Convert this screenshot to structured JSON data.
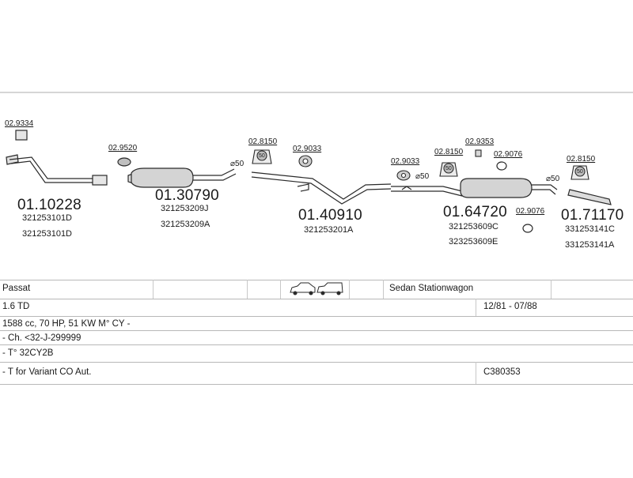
{
  "parts": [
    {
      "number": "01.10228",
      "oem": [
        "321253101D",
        "321253101D"
      ]
    },
    {
      "number": "01.30790",
      "oem": [
        "321253209J",
        "321253209A"
      ]
    },
    {
      "number": "01.40910",
      "oem": [
        "321253201A"
      ]
    },
    {
      "number": "01.64720",
      "oem": [
        "321253609C",
        "323253609E"
      ]
    },
    {
      "number": "01.71170",
      "oem": [
        "331253141C",
        "331253141A"
      ]
    }
  ],
  "accessories": [
    "02.9334",
    "02.9520",
    "02.8150",
    "02.9033",
    "02.9033",
    "02.8150",
    "02.9353",
    "02.9076",
    "02.9076",
    "02.8150"
  ],
  "pipe_diameters": [
    "⌀50",
    "⌀50",
    "⌀50"
  ],
  "clamp_marks": [
    "50",
    "50",
    "50"
  ],
  "vehicle": {
    "model": "Passat",
    "body_types": "Sedan  Stationwagon",
    "engine": "1.6 TD",
    "period": "12/81 - 07/88",
    "specs": "1588 cc, 70 HP, 51 KW M° CY -",
    "chassis": "- Ch. <32-J-299999",
    "type": "- T° 32CY2B",
    "note": "- T for Variant  CO Aut.",
    "code": "C380353"
  },
  "icons": [
    "sedan-icon",
    "stationwagon-icon"
  ],
  "colors": {
    "line": "#2a2a2a",
    "part_fill": "#d4d4d4",
    "grid": "#c0c0c0"
  }
}
